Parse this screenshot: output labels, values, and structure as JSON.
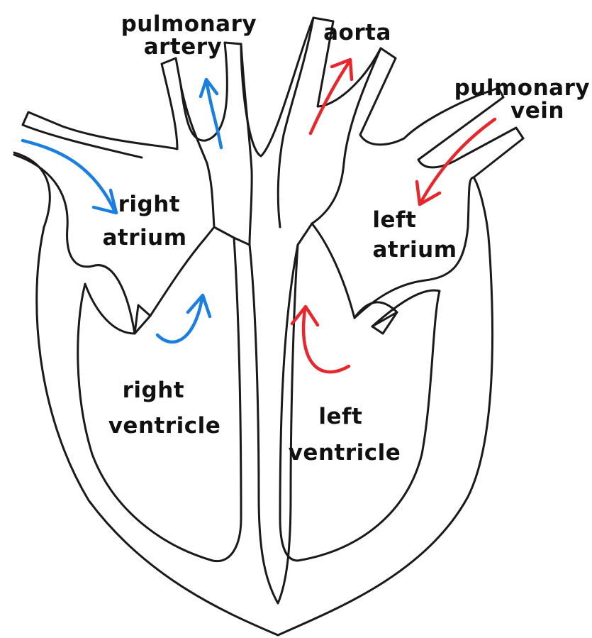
{
  "labels": {
    "pulmonary_artery": [
      "pulmonary",
      "artery"
    ],
    "aorta": "aorta",
    "pulmonary_vein": [
      "pulmonary",
      "vein"
    ],
    "right_atrium": [
      "right",
      "atrium"
    ],
    "left_atrium": [
      "left",
      "atrium"
    ],
    "right_ventricle": [
      "right",
      "ventricle"
    ],
    "left_ventricle": [
      "left",
      "ventricle"
    ]
  },
  "colors": {
    "deoxygenated": "#1a7fe0",
    "oxygenated": "#e8262b",
    "outline": "#1a1a1a"
  }
}
